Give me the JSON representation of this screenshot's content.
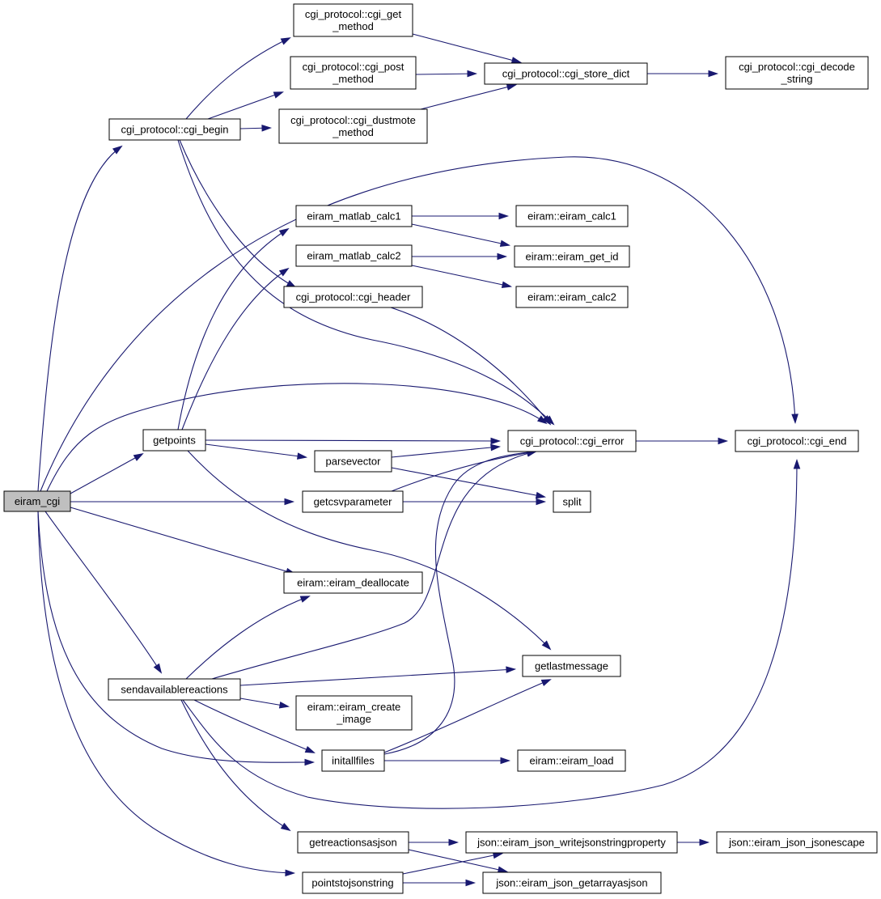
{
  "colors": {
    "edge": "#191970",
    "node_fill": "#ffffff",
    "node_border": "#000000",
    "root_fill": "#bfbfbf"
  },
  "nodes": {
    "eiram_cgi": {
      "lines": [
        "eiram_cgi"
      ],
      "root": true
    },
    "cgi_begin": {
      "lines": [
        "cgi_protocol::cgi_begin"
      ]
    },
    "cgi_get_method": {
      "lines": [
        "cgi_protocol::cgi_get",
        "_method"
      ]
    },
    "cgi_post_method": {
      "lines": [
        "cgi_protocol::cgi_post",
        "_method"
      ]
    },
    "cgi_dustmote_method": {
      "lines": [
        "cgi_protocol::cgi_dustmote",
        "_method"
      ]
    },
    "cgi_store_dict": {
      "lines": [
        "cgi_protocol::cgi_store_dict"
      ]
    },
    "cgi_decode_string": {
      "lines": [
        "cgi_protocol::cgi_decode",
        "_string"
      ]
    },
    "eiram_matlab_calc1": {
      "lines": [
        "eiram_matlab_calc1"
      ]
    },
    "eiram_matlab_calc2": {
      "lines": [
        "eiram_matlab_calc2"
      ]
    },
    "eiram_calc1": {
      "lines": [
        "eiram::eiram_calc1"
      ]
    },
    "eiram_get_id": {
      "lines": [
        "eiram::eiram_get_id"
      ]
    },
    "eiram_calc2": {
      "lines": [
        "eiram::eiram_calc2"
      ]
    },
    "cgi_header": {
      "lines": [
        "cgi_protocol::cgi_header"
      ]
    },
    "getpoints": {
      "lines": [
        "getpoints"
      ]
    },
    "cgi_error": {
      "lines": [
        "cgi_protocol::cgi_error"
      ]
    },
    "cgi_end": {
      "lines": [
        "cgi_protocol::cgi_end"
      ]
    },
    "parsevector": {
      "lines": [
        "parsevector"
      ]
    },
    "getcsvparameter": {
      "lines": [
        "getcsvparameter"
      ]
    },
    "split": {
      "lines": [
        "split"
      ]
    },
    "eiram_deallocate": {
      "lines": [
        "eiram::eiram_deallocate"
      ]
    },
    "getlastmessage": {
      "lines": [
        "getlastmessage"
      ]
    },
    "sendavailablereactions": {
      "lines": [
        "sendavailablereactions"
      ]
    },
    "eiram_create_image": {
      "lines": [
        "eiram::eiram_create",
        "_image"
      ]
    },
    "initallfiles": {
      "lines": [
        "initallfiles"
      ]
    },
    "eiram_load": {
      "lines": [
        "eiram::eiram_load"
      ]
    },
    "getreactionsasjson": {
      "lines": [
        "getreactionsasjson"
      ]
    },
    "json_writejsonstringproperty": {
      "lines": [
        "json::eiram_json_writejsonstringproperty"
      ]
    },
    "json_jsonescape": {
      "lines": [
        "json::eiram_json_jsonescape"
      ]
    },
    "pointstojsonstring": {
      "lines": [
        "pointstojsonstring"
      ]
    },
    "json_getarrayasjson": {
      "lines": [
        "json::eiram_json_getarrayasjson"
      ]
    }
  },
  "edges": [
    [
      "eiram_cgi",
      "cgi_begin"
    ],
    [
      "eiram_cgi",
      "cgi_end"
    ],
    [
      "eiram_cgi",
      "cgi_error"
    ],
    [
      "eiram_cgi",
      "getpoints"
    ],
    [
      "eiram_cgi",
      "getcsvparameter"
    ],
    [
      "eiram_cgi",
      "eiram_deallocate"
    ],
    [
      "eiram_cgi",
      "sendavailablereactions"
    ],
    [
      "eiram_cgi",
      "initallfiles"
    ],
    [
      "eiram_cgi",
      "pointstojsonstring"
    ],
    [
      "cgi_begin",
      "cgi_get_method"
    ],
    [
      "cgi_begin",
      "cgi_post_method"
    ],
    [
      "cgi_begin",
      "cgi_dustmote_method"
    ],
    [
      "cgi_begin",
      "cgi_header"
    ],
    [
      "cgi_begin",
      "cgi_error"
    ],
    [
      "cgi_get_method",
      "cgi_store_dict"
    ],
    [
      "cgi_post_method",
      "cgi_store_dict"
    ],
    [
      "cgi_dustmote_method",
      "cgi_store_dict"
    ],
    [
      "cgi_store_dict",
      "cgi_decode_string"
    ],
    [
      "eiram_matlab_calc1",
      "eiram_calc1"
    ],
    [
      "eiram_matlab_calc1",
      "eiram_get_id"
    ],
    [
      "eiram_matlab_calc2",
      "eiram_get_id"
    ],
    [
      "eiram_matlab_calc2",
      "eiram_calc2"
    ],
    [
      "cgi_header",
      "cgi_error"
    ],
    [
      "getpoints",
      "eiram_matlab_calc1"
    ],
    [
      "getpoints",
      "eiram_matlab_calc2"
    ],
    [
      "getpoints",
      "cgi_error"
    ],
    [
      "getpoints",
      "parsevector"
    ],
    [
      "getpoints",
      "getlastmessage"
    ],
    [
      "cgi_error",
      "cgi_end"
    ],
    [
      "parsevector",
      "cgi_error"
    ],
    [
      "parsevector",
      "split"
    ],
    [
      "getcsvparameter",
      "cgi_error"
    ],
    [
      "getcsvparameter",
      "split"
    ],
    [
      "sendavailablereactions",
      "eiram_deallocate"
    ],
    [
      "sendavailablereactions",
      "cgi_error"
    ],
    [
      "sendavailablereactions",
      "getlastmessage"
    ],
    [
      "sendavailablereactions",
      "eiram_create_image"
    ],
    [
      "sendavailablereactions",
      "initallfiles"
    ],
    [
      "sendavailablereactions",
      "cgi_end"
    ],
    [
      "sendavailablereactions",
      "getreactionsasjson"
    ],
    [
      "initallfiles",
      "cgi_error"
    ],
    [
      "initallfiles",
      "getlastmessage"
    ],
    [
      "initallfiles",
      "eiram_load"
    ],
    [
      "getreactionsasjson",
      "json_writejsonstringproperty"
    ],
    [
      "getreactionsasjson",
      "json_getarrayasjson"
    ],
    [
      "json_writejsonstringproperty",
      "json_jsonescape"
    ],
    [
      "pointstojsonstring",
      "json_writejsonstringproperty"
    ],
    [
      "pointstojsonstring",
      "json_getarrayasjson"
    ]
  ]
}
